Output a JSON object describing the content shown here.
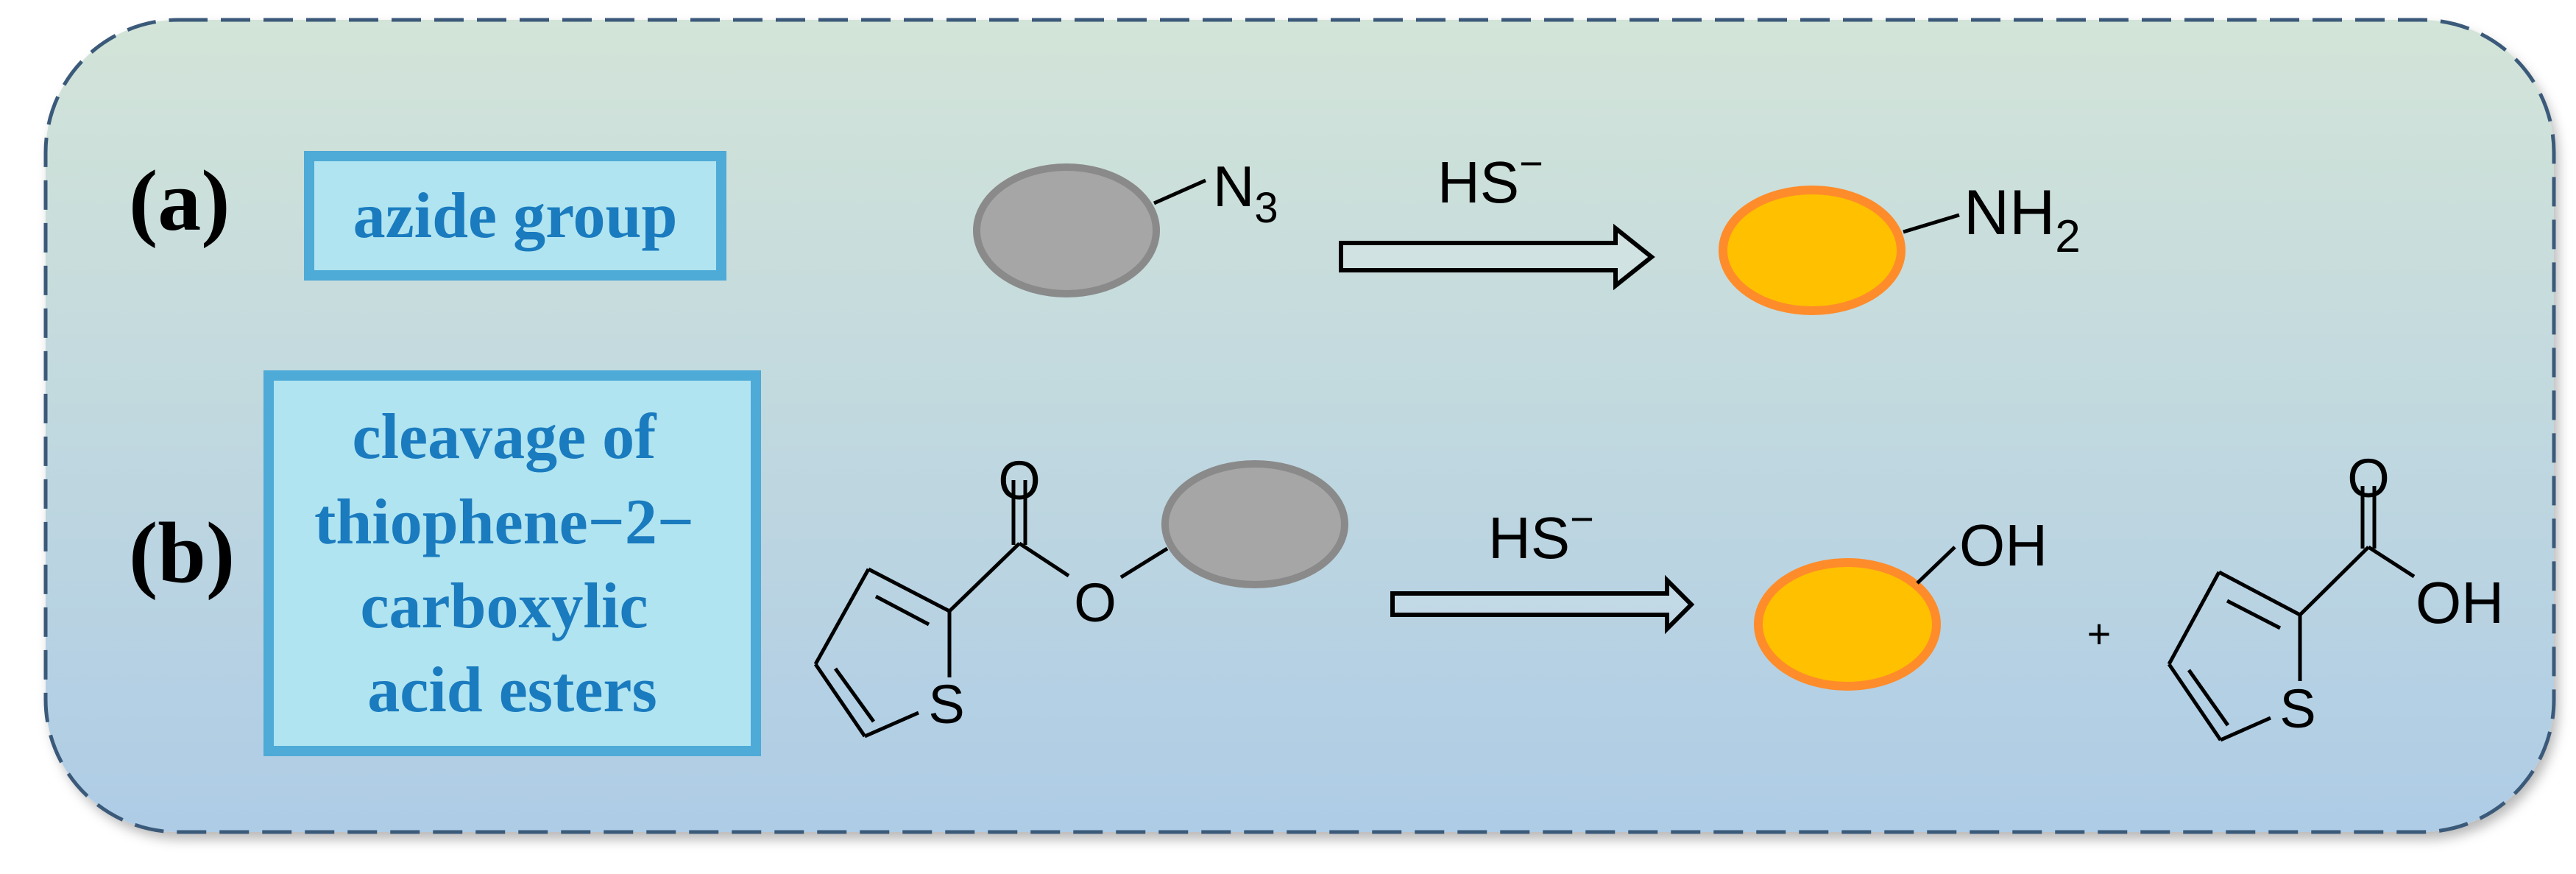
{
  "panel": {
    "gradient_top": "#d3e4d8",
    "gradient_bottom": "#acccE6",
    "border_color": "#3b5a7a"
  },
  "row_a": {
    "label": "(a)",
    "box_text": "azide group",
    "reactant_group": "N",
    "reactant_subscript": "3",
    "reagent": "HS",
    "reagent_charge": "−",
    "product_group": "NH",
    "product_subscript": "2"
  },
  "row_b": {
    "label": "(b)",
    "box_lines": [
      "cleavage of",
      "thiophene−2−",
      "carboxylic",
      "acid esters"
    ],
    "ester_carbonyl_o": "O",
    "ester_o": "O",
    "ester_s": "S",
    "reagent": "HS",
    "reagent_charge": "−",
    "product_group": "OH",
    "plus": "+",
    "acid_carbonyl_o": "O",
    "acid_oh": "OH",
    "acid_s": "S"
  },
  "colors": {
    "box_fill": "#b0e4f0",
    "box_border": "#4eaad6",
    "box_text": "#1a7bbf",
    "probe_fill": "#a6a6a6",
    "probe_stroke": "#8a8a8a",
    "product_fill": "#ffc000",
    "product_stroke": "#ff8c2a",
    "label_text": "#000000"
  }
}
